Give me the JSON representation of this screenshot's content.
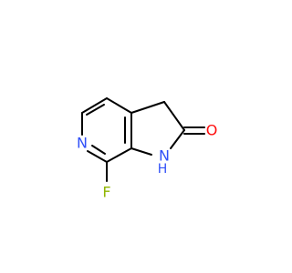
{
  "molecule": {
    "atoms": [
      {
        "id": "N_pyr",
        "symbol": "N",
        "color": "#3050f8"
      },
      {
        "id": "F",
        "symbol": "F",
        "color": "#8fb500"
      },
      {
        "id": "NH",
        "symbol": "H",
        "secondary": "N",
        "color": "#3050f8"
      },
      {
        "id": "O",
        "symbol": "O",
        "color": "#ff0d0d"
      }
    ],
    "labels": {
      "pyridine_n": "N",
      "fluorine": "F",
      "amide_n": "N",
      "amide_h": "H",
      "carbonyl_o": "O"
    },
    "colors": {
      "nitrogen": "#3050f8",
      "fluorine": "#8fb500",
      "oxygen": "#ff0d0d",
      "carbon": "#000000"
    }
  }
}
